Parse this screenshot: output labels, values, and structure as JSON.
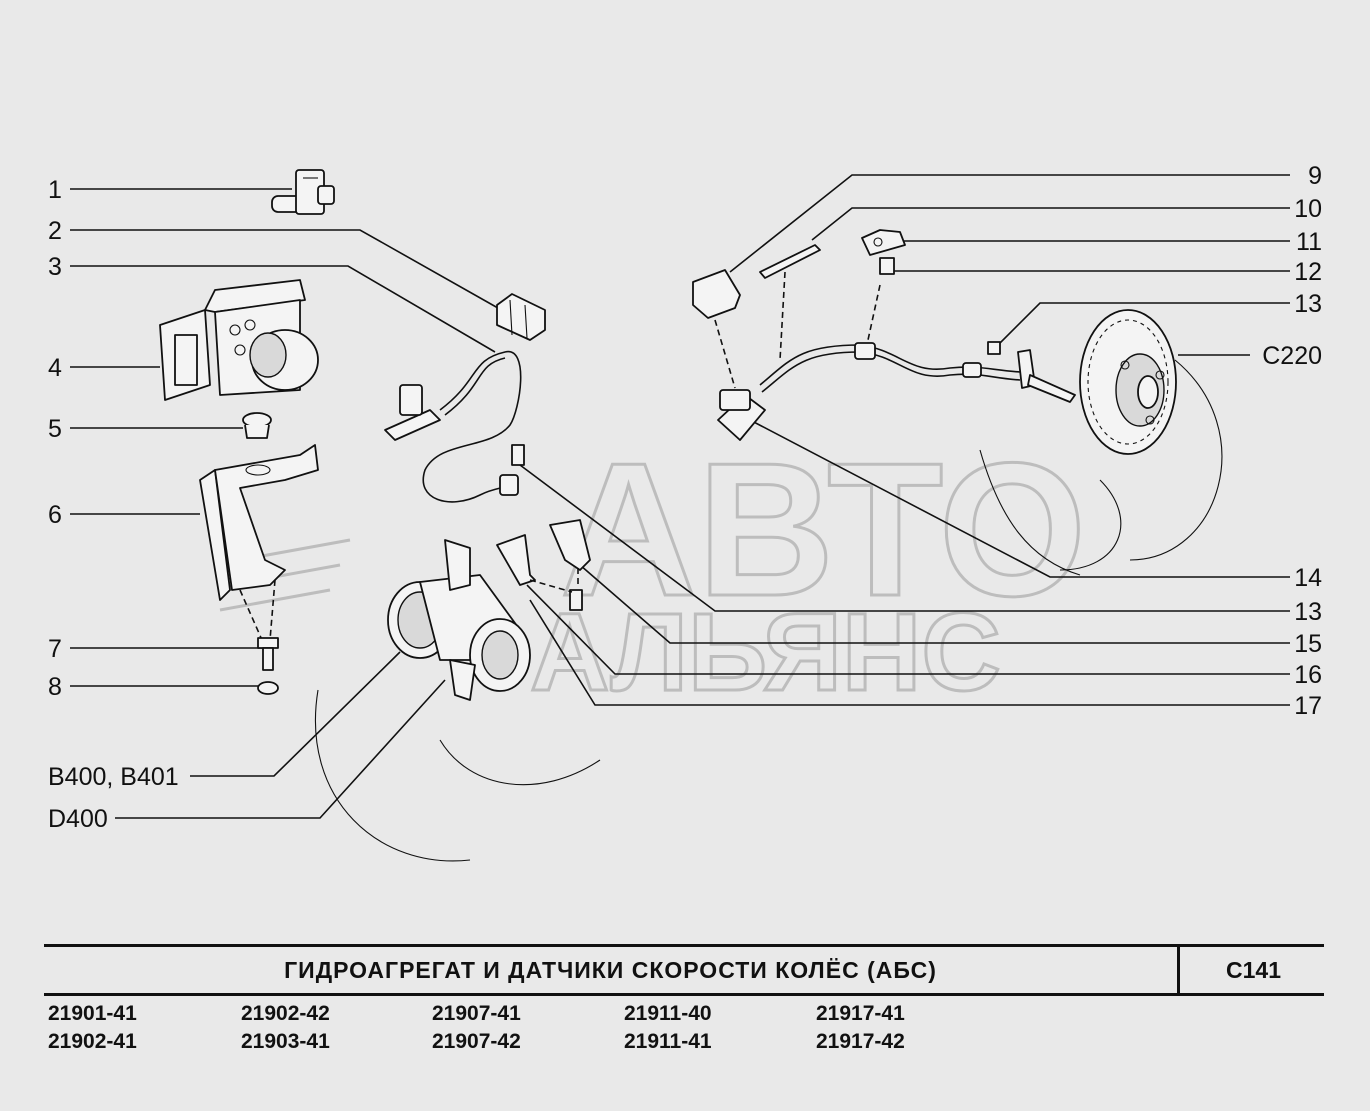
{
  "callouts_left": [
    "1",
    "2",
    "3",
    "4",
    "5",
    "6",
    "7",
    "8",
    "B400, B401",
    "D400"
  ],
  "callouts_right": [
    "9",
    "10",
    "11",
    "12",
    "13",
    "C220",
    "14",
    "13",
    "15",
    "16",
    "17"
  ],
  "watermark": [
    "АВТО",
    "АЛЬЯНС"
  ],
  "title_block": {
    "title": "ГИДРОАГРЕГАТ И ДАТЧИКИ СКОРОСТИ КОЛЁС (АБС)",
    "code": "C141"
  },
  "models": [
    [
      "21901-41",
      "21902-41"
    ],
    [
      "21902-42",
      "21903-41"
    ],
    [
      "21907-41",
      "21907-42"
    ],
    [
      "21911-40",
      "21911-41"
    ],
    [
      "21917-41",
      "21917-42"
    ]
  ]
}
